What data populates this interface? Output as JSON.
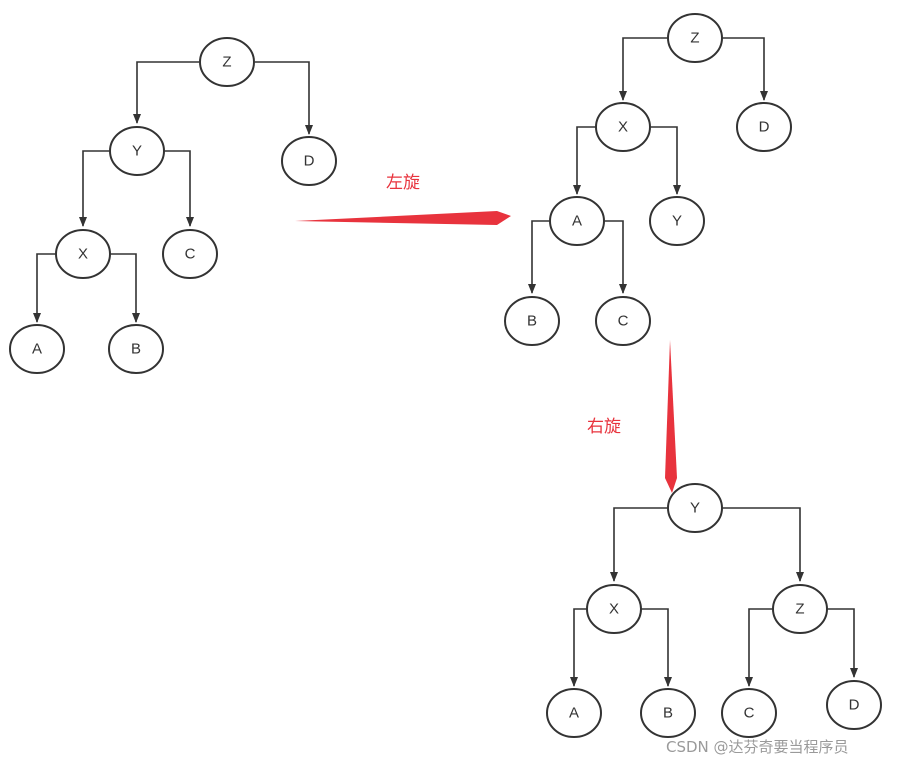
{
  "trees": [
    {
      "id": "original",
      "nodes": {
        "Z": "Z",
        "Y": "Y",
        "D": "D",
        "X": "X",
        "C": "C",
        "A": "A",
        "B": "B"
      }
    },
    {
      "id": "after-left-rotation",
      "nodes": {
        "Z": "Z",
        "X": "X",
        "D": "D",
        "A": "A",
        "Y": "Y",
        "B": "B",
        "C": "C"
      }
    },
    {
      "id": "after-right-rotation",
      "nodes": {
        "Y": "Y",
        "X": "X",
        "Z": "Z",
        "A": "A",
        "B": "B",
        "C": "C",
        "D": "D"
      }
    }
  ],
  "operations": {
    "left_rotate_label": "左旋",
    "right_rotate_label": "右旋"
  },
  "watermark": "CSDN @达芬奇要当程序员",
  "colors": {
    "arrow": "#e8333d",
    "stroke": "#333333",
    "watermark": "#9a9a9a"
  }
}
